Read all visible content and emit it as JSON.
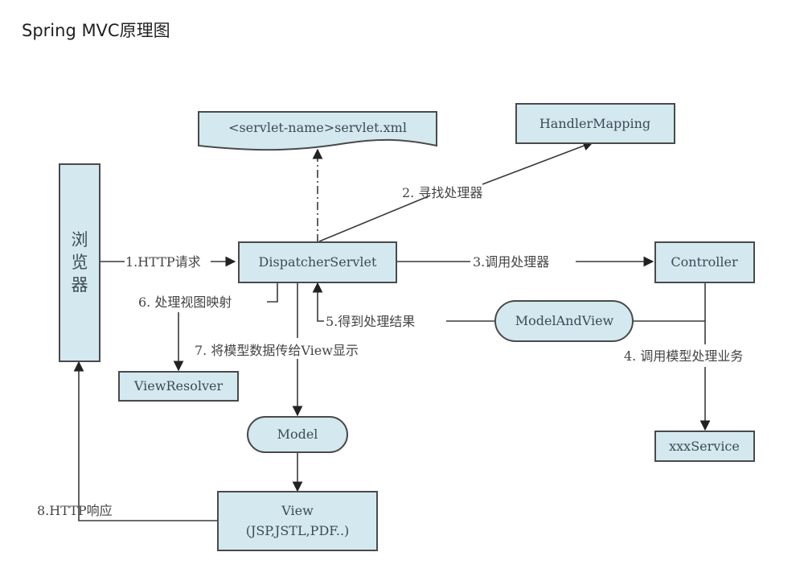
{
  "title": "Spring MVC原理图",
  "nodes": {
    "browser": [
      "浏",
      "览",
      "器"
    ],
    "servlet_xml": "<servlet-name>servlet.xml",
    "handler_mapping": "HandlerMapping",
    "dispatcher": "DispatcherServlet",
    "controller": "Controller",
    "model_and_view": "ModelAndView",
    "view_resolver": "ViewResolver",
    "xxx_service": "xxxService",
    "model": "Model",
    "view_line1": "View",
    "view_line2": "(JSP,JSTL,PDF..)"
  },
  "edges": {
    "step1": "1.HTTP请求",
    "step2": "2. 寻找处理器",
    "step3": "3.调用处理器",
    "step4": "4. 调用模型处理业务",
    "step5": "5.得到处理结果",
    "step6": "6. 处理视图映射",
    "step7": "7. 将模型数据传给View显示",
    "step8": "8.HTTP响应"
  }
}
